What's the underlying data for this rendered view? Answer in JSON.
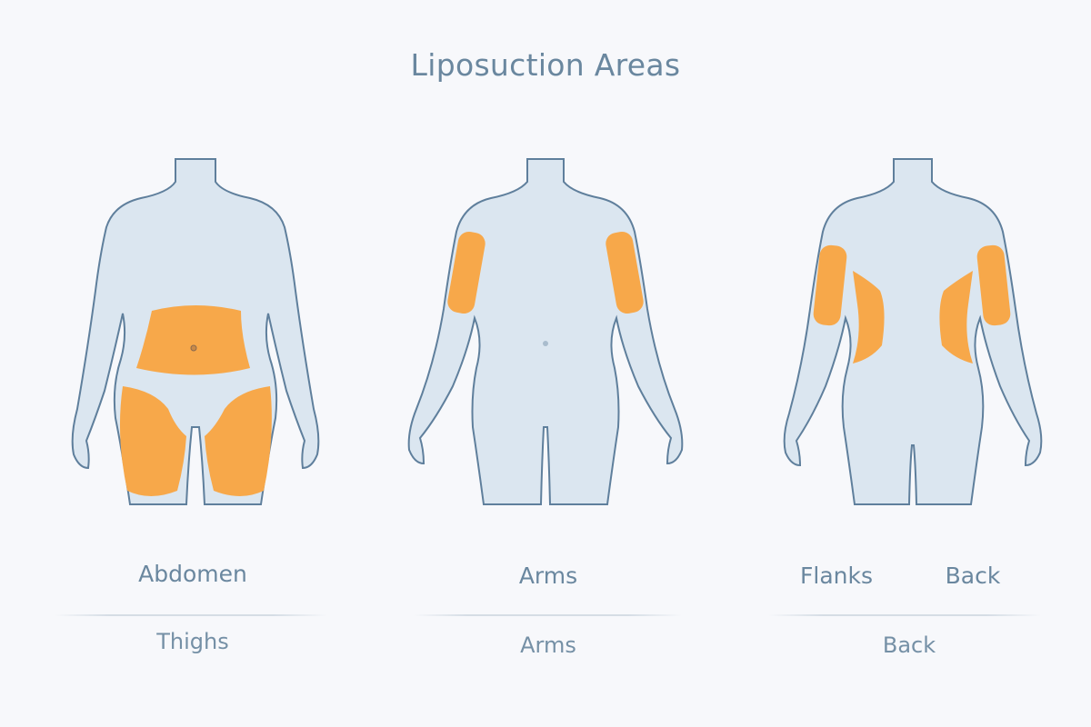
{
  "title": "Liposuction Areas",
  "colors": {
    "background": "#f7f8fb",
    "body_fill": "#dbe6f0",
    "body_outline": "#5f7f9c",
    "highlight": "#f7a84a",
    "text": "#6a879f"
  },
  "panels": [
    {
      "view": "front",
      "highlighted_regions": [
        "abdomen",
        "thighs"
      ],
      "labels": [
        "Abdomen"
      ],
      "caption": "Thighs"
    },
    {
      "view": "front",
      "highlighted_regions": [
        "upper-arms"
      ],
      "labels": [
        "Arms"
      ],
      "caption": "Arms"
    },
    {
      "view": "back",
      "highlighted_regions": [
        "upper-arms",
        "flanks"
      ],
      "labels": [
        "Flanks",
        "Back"
      ],
      "caption": "Back"
    }
  ]
}
